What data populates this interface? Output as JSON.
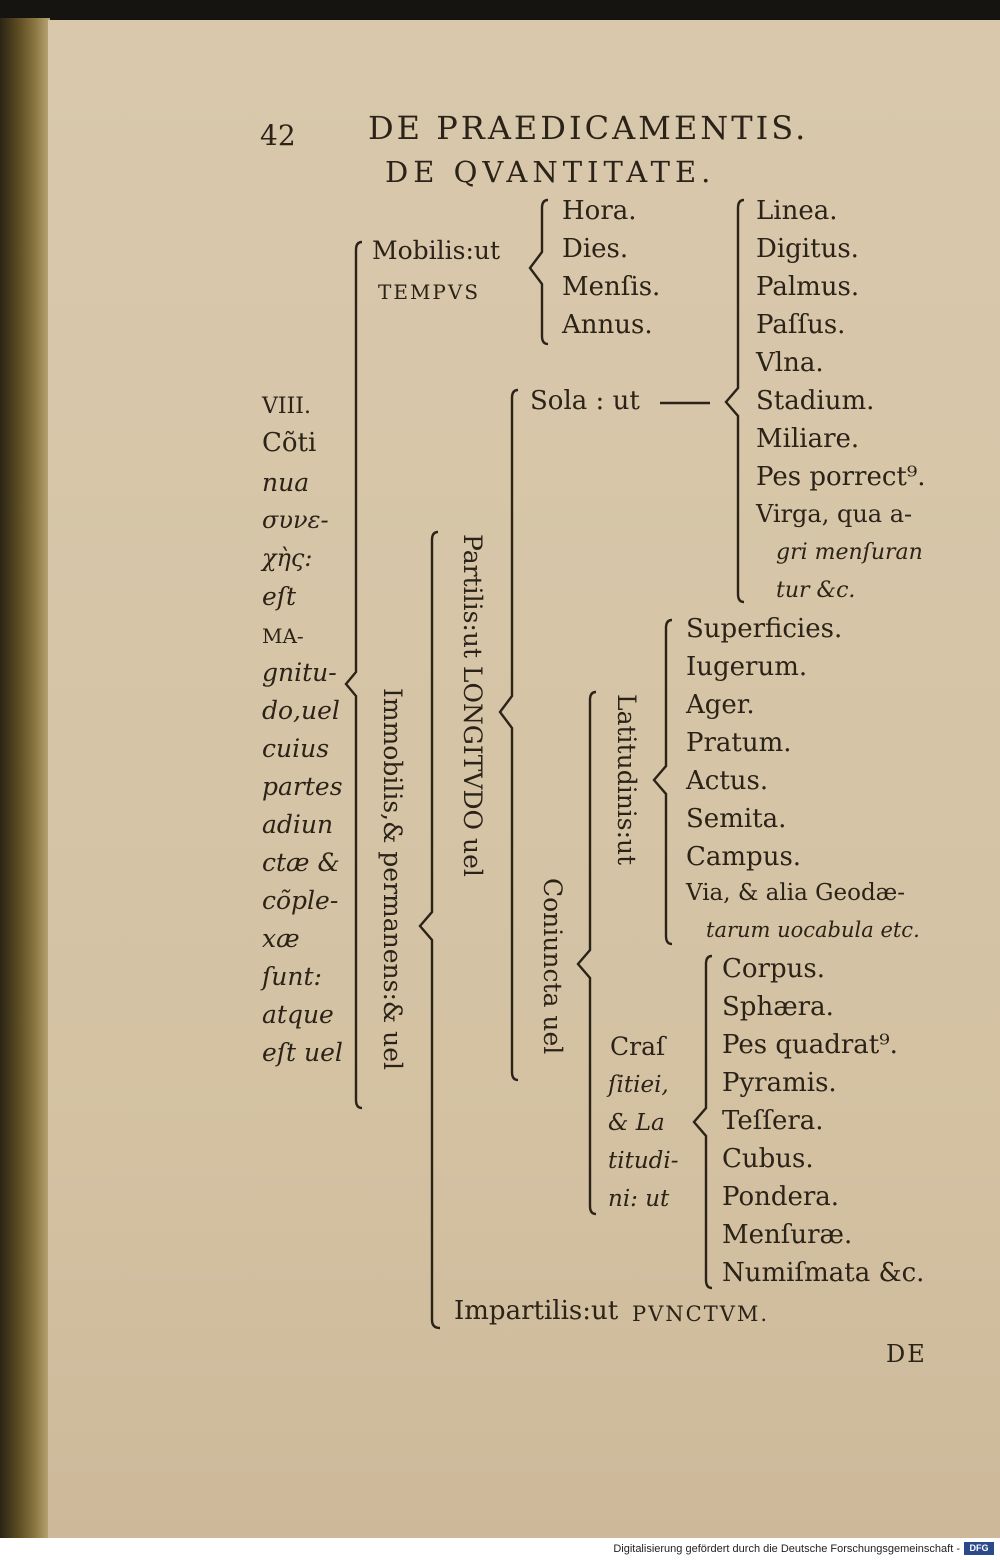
{
  "header": {
    "page_number": "42",
    "running_title": "DE PRAEDICAMENTIS.",
    "section_title": "DE QVANTITATE."
  },
  "definition": [
    "VIII.",
    "Cõti",
    "nua",
    "συνε-",
    "χὴς:",
    "eſt",
    "MA-",
    "gnitu-",
    "do,uel",
    "cuius",
    "partes",
    "adiun",
    "ctæ &",
    "cõple-",
    "xæ",
    "ſunt:",
    "atque",
    "eſt uel"
  ],
  "mobilis": {
    "label": "Mobilis:ut",
    "example": "TEMPVS",
    "items": [
      "Hora.",
      "Dies.",
      "Menſis.",
      "Annus."
    ]
  },
  "immobilis": {
    "label": "Immobilis,& permanens:& uel"
  },
  "partilis": {
    "label": "Partilis:ut LONGITVDO uel"
  },
  "sola": {
    "label": "Sola : ut",
    "items": [
      "Linea.",
      "Digitus.",
      "Palmus.",
      "Paſſus.",
      "Vlna.",
      "Stadium.",
      "Miliare.",
      "Pes porrect⁹.",
      "Virga, qua a-",
      "gri menſuran",
      "tur &c."
    ]
  },
  "coniuncta": {
    "label": "Coniuncta uel"
  },
  "latitudinis": {
    "label": "Latitudinis:ut",
    "items": [
      "Superficies.",
      "Iugerum.",
      "Ager.",
      "Pratum.",
      "Actus.",
      "Semita.",
      "Campus.",
      "Via, & alia Geodæ-",
      "tarum uocabula etc."
    ]
  },
  "crassitiei": {
    "label_lines": [
      "Craſ",
      "ſitiei,",
      "& La",
      "titudi-",
      "ni: ut"
    ],
    "items": [
      "Corpus.",
      "Sphæra.",
      "Pes quadrat⁹.",
      "Pyramis.",
      "Teſſera.",
      "Cubus.",
      "Pondera.",
      "Menſuræ.",
      "Numiſmata &c."
    ]
  },
  "impartilis": {
    "label": "Impartilis:ut",
    "example": "PVNCTVM."
  },
  "catchword": "DE",
  "footer": {
    "text": "Digitalisierung gefördert durch die Deutsche Forschungsgemeinschaft -",
    "logo": "DFG"
  }
}
